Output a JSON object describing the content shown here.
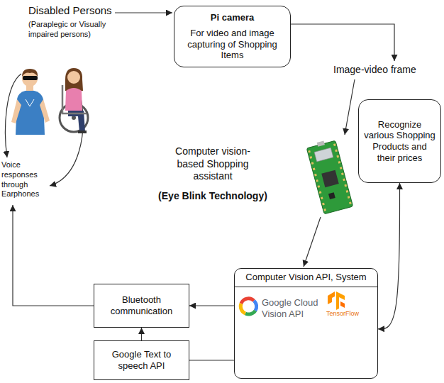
{
  "diagram": {
    "nodes": [
      {
        "text": [
          "Pi camera",
          "For video and image capturing of Shopping Items"
        ]
      },
      {
        "text": [
          "Recognize various Shopping Products and their prices"
        ]
      },
      {
        "text": [
          "Computer Vision API, System",
          "Google Cloud Vision API",
          "TensorFlow"
        ]
      },
      {
        "text": [
          "Bluetooth communication"
        ]
      },
      {
        "text": [
          "Google Text to speech API"
        ]
      }
    ],
    "edges": [
      {
        "from": 1,
        "to": 2,
        "arrow": "both"
      },
      {
        "from": 2,
        "to": 3,
        "arrow": "to"
      },
      {
        "from": 4,
        "to": 3,
        "arrow": "to"
      },
      {
        "from": 4,
        "to": 2,
        "arrow": "none"
      }
    ],
    "labels": [
      "Disabled Persons",
      "(Paraplegic or Visually impaired persons)",
      "Image-video frame",
      "Computer vision-based Shopping assistant",
      "(Eye Blink Technology)",
      "Voice responses through Earphones"
    ]
  }
}
